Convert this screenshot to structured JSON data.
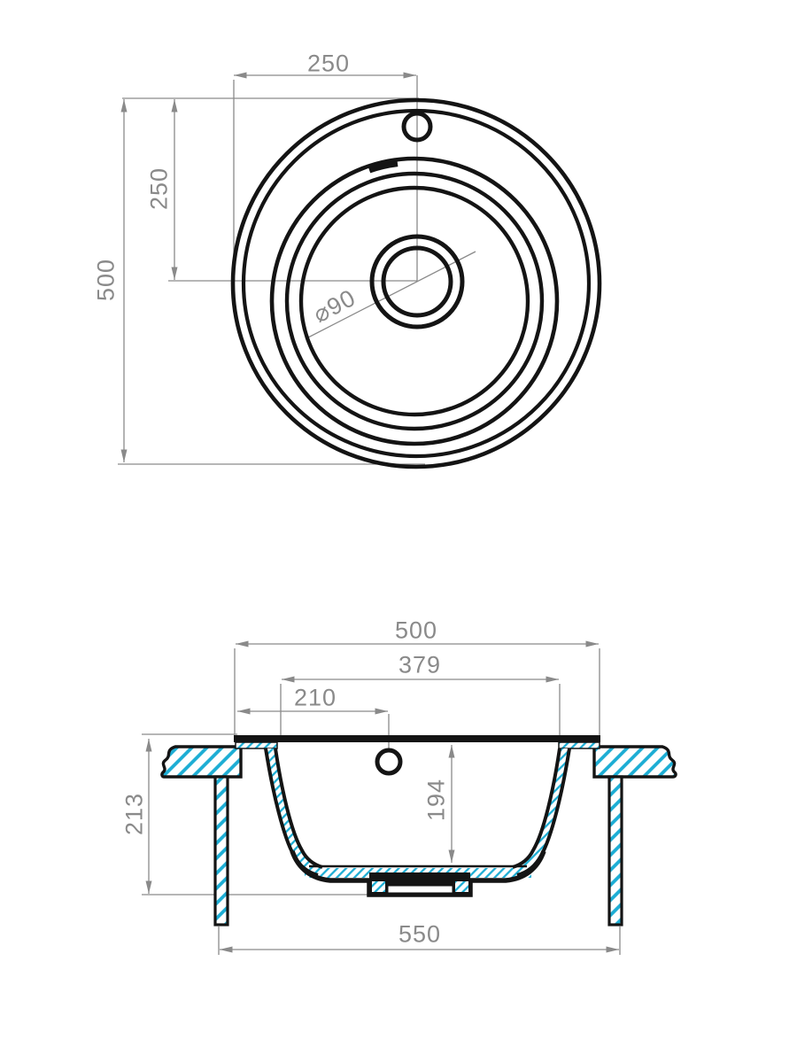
{
  "drawing": {
    "type": "technical-drawing",
    "subject": "round kitchen sink, plan view and sectional view with dimensions (mm)",
    "views": {
      "top": {
        "labels": {
          "half_width": "250",
          "half_height": "250",
          "outer_diameter": "500",
          "drain_diameter": "⌀90"
        }
      },
      "section": {
        "labels": {
          "overall_width": "500",
          "bowl_top_width": "379",
          "tap_hole_offset": "210",
          "bowl_depth": "194",
          "overall_height": "213",
          "base_span": "550"
        }
      }
    },
    "colors": {
      "outline": "#141414",
      "dimension": "#8a8a8a",
      "hatch": "#1cadd4"
    }
  }
}
